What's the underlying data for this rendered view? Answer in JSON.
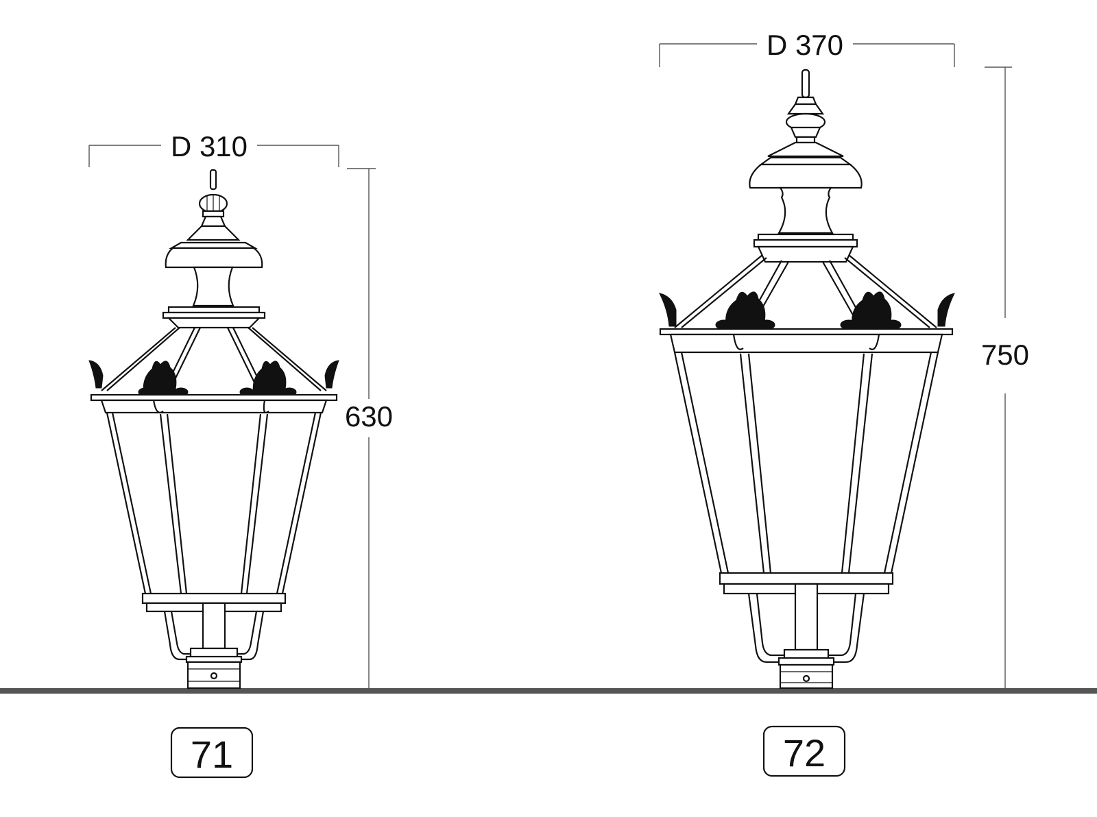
{
  "lamps": [
    {
      "model": "71",
      "diameter_label": "D 310",
      "height_label": "630"
    },
    {
      "model": "72",
      "diameter_label": "D 370",
      "height_label": "750"
    }
  ],
  "colors": {
    "line": "#111111",
    "ground": "#555555",
    "dimension": "#555555",
    "background": "#ffffff"
  }
}
